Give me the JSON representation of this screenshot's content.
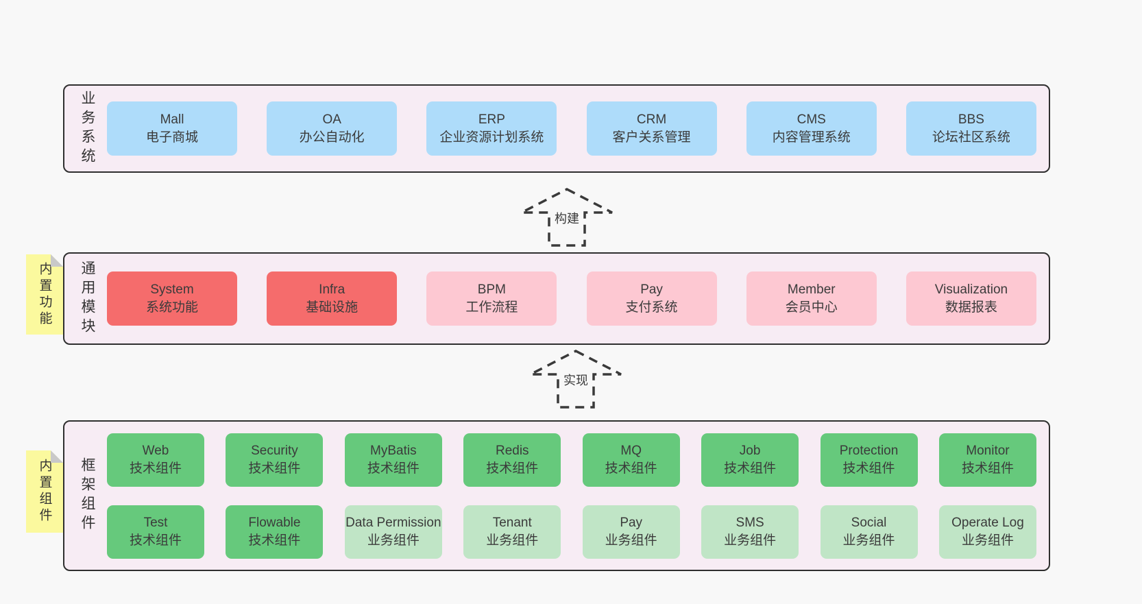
{
  "colors": {
    "page_bg": "#f8f8f8",
    "panel_bg": "#f7ecf4",
    "panel_border": "#2f2f2f",
    "text": "#3b3b3b",
    "box_blue": "#aedcfa",
    "box_red": "#f56c6c",
    "box_pink": "#fdc8d2",
    "box_green": "#66c97c",
    "box_light_green": "#c0e5c6",
    "tag_yellow": "#fbf99e",
    "tag_fold_gray": "#c9c9c9"
  },
  "arrows": [
    {
      "label": "构建"
    },
    {
      "label": "实现"
    }
  ],
  "layers": {
    "business": {
      "title": "业务系统",
      "boxes": [
        {
          "name": "Mall",
          "desc": "电子商城"
        },
        {
          "name": "OA",
          "desc": "办公自动化"
        },
        {
          "name": "ERP",
          "desc": "企业资源计划系统"
        },
        {
          "name": "CRM",
          "desc": "客户关系管理"
        },
        {
          "name": "CMS",
          "desc": "内容管理系统"
        },
        {
          "name": "BBS",
          "desc": "论坛社区系统"
        }
      ]
    },
    "modules": {
      "title": "通用模块",
      "tag": "内置功能",
      "boxes": [
        {
          "name": "System",
          "desc": "系统功能"
        },
        {
          "name": "Infra",
          "desc": "基础设施"
        },
        {
          "name": "BPM",
          "desc": "工作流程"
        },
        {
          "name": "Pay",
          "desc": "支付系统"
        },
        {
          "name": "Member",
          "desc": "会员中心"
        },
        {
          "name": "Visualization",
          "desc": "数据报表"
        }
      ]
    },
    "components": {
      "title": "框架组件",
      "tag": "内置组件",
      "row1": [
        {
          "name": "Web",
          "desc": "技术组件"
        },
        {
          "name": "Security",
          "desc": "技术组件"
        },
        {
          "name": "MyBatis",
          "desc": "技术组件"
        },
        {
          "name": "Redis",
          "desc": "技术组件"
        },
        {
          "name": "MQ",
          "desc": "技术组件"
        },
        {
          "name": "Job",
          "desc": "技术组件"
        },
        {
          "name": "Protection",
          "desc": "技术组件"
        },
        {
          "name": "Monitor",
          "desc": "技术组件"
        }
      ],
      "row2": [
        {
          "name": "Test",
          "desc": "技术组件"
        },
        {
          "name": "Flowable",
          "desc": "技术组件"
        },
        {
          "name": "Data Permission",
          "desc": "业务组件"
        },
        {
          "name": "Tenant",
          "desc": "业务组件"
        },
        {
          "name": "Pay",
          "desc": "业务组件"
        },
        {
          "name": "SMS",
          "desc": "业务组件"
        },
        {
          "name": "Social",
          "desc": "业务组件"
        },
        {
          "name": "Operate Log",
          "desc": "业务组件"
        }
      ]
    }
  }
}
